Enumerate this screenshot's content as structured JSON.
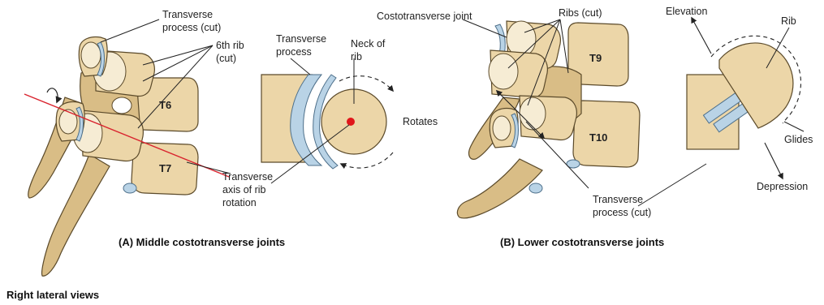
{
  "panel_a": {
    "caption": "(A) Middle costotransverse joints",
    "labels": {
      "transverse_process_cut_1": "Transverse",
      "transverse_process_cut_2": "process (cut)",
      "sixth_rib_1": "6th rib",
      "sixth_rib_2": "(cut)",
      "t6": "T6",
      "t7": "T7",
      "transverse_process_1": "Transverse",
      "transverse_process_2": "process",
      "neck_of_rib_1": "Neck of",
      "neck_of_rib_2": "rib",
      "rotates": "Rotates",
      "axis_1": "Transverse",
      "axis_2": "axis of rib",
      "axis_3": "rotation"
    }
  },
  "panel_b": {
    "caption": "(B) Lower costotransverse joints",
    "labels": {
      "costotransverse_joint": "Costotransverse joint",
      "ribs_cut": "Ribs (cut)",
      "t9": "T9",
      "t10": "T10",
      "transverse_process_cut_1": "Transverse",
      "transverse_process_cut_2": "process (cut)",
      "elevation": "Elevation",
      "rib": "Rib",
      "glides": "Glides",
      "depression": "Depression"
    }
  },
  "footer": "Right lateral views",
  "colors": {
    "bone": "#ecd6a8",
    "cartilage": "#b9d3e6",
    "axis_line": "#d9232e",
    "axis_point": "#e0161b"
  }
}
